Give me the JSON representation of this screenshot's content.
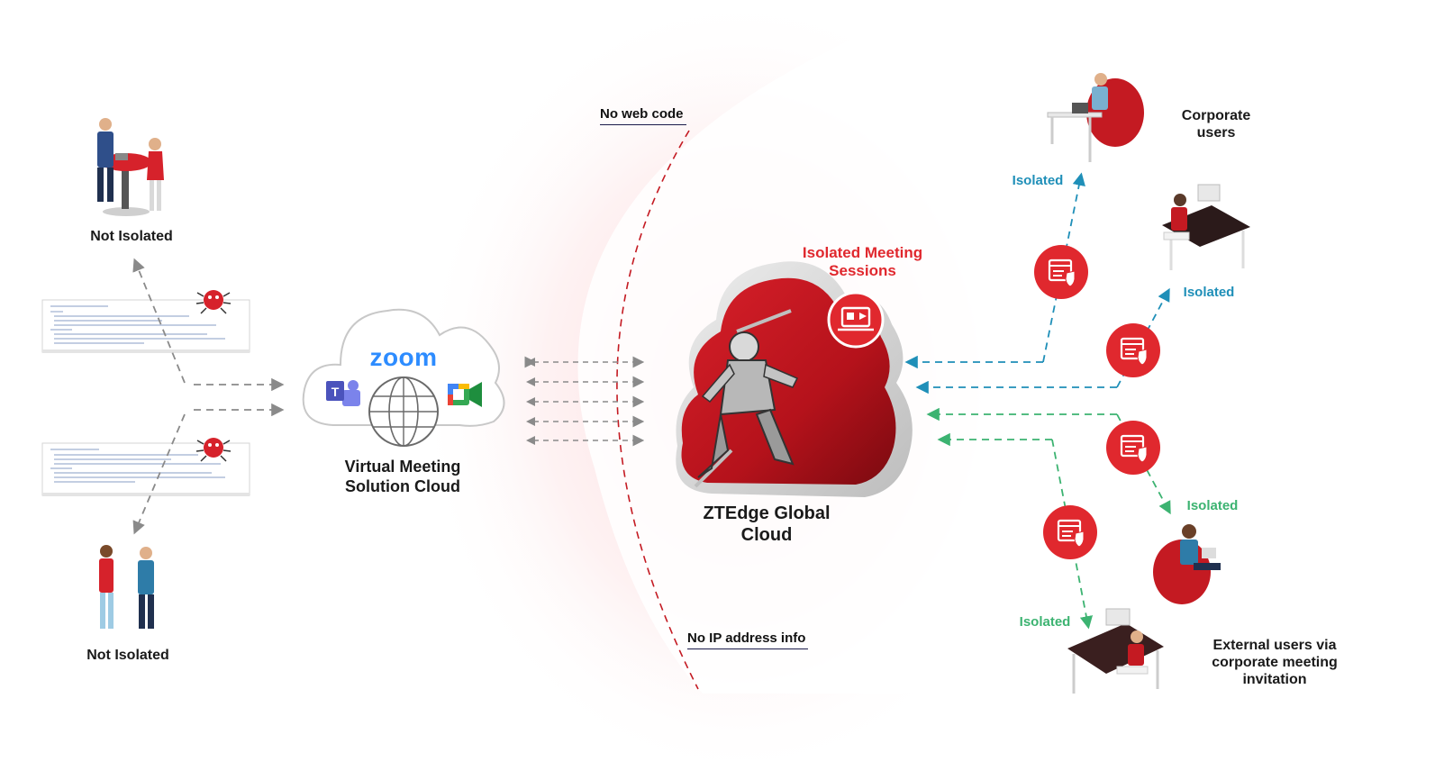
{
  "labels": {
    "not_isolated_top": "Not Isolated",
    "not_isolated_bottom": "Not Isolated",
    "vm_cloud_line1": "Virtual Meeting",
    "vm_cloud_line2": "Solution Cloud",
    "zoom": "zoom",
    "no_web_code": "No web code",
    "no_ip_info": "No IP address info",
    "isolated_sessions_line1": "Isolated Meeting",
    "isolated_sessions_line2": "Sessions",
    "ztedge_line1": "ZTEdge Global",
    "ztedge_line2": "Cloud",
    "corporate_line1": "Corporate",
    "corporate_line2": "users",
    "external_line1": "External users via",
    "external_line2": "corporate meeting",
    "external_line3": "invitation",
    "isolated_1": "Isolated",
    "isolated_2": "Isolated",
    "isolated_3": "Isolated",
    "isolated_4": "Isolated"
  },
  "colors": {
    "brand_red": "#e0282e",
    "corporate_blue": "#1f8fb8",
    "external_green": "#3cb371",
    "arrow_gray": "#8a8a8a"
  },
  "icons": {
    "teams": "microsoft-teams-icon",
    "meet": "google-meet-icon",
    "globe": "globe-icon",
    "bug": "malware-bug-icon",
    "secure_browser": "secure-browser-shield-icon",
    "presentation": "presentation-screen-icon",
    "knight": "samurai-knight-mascot"
  }
}
